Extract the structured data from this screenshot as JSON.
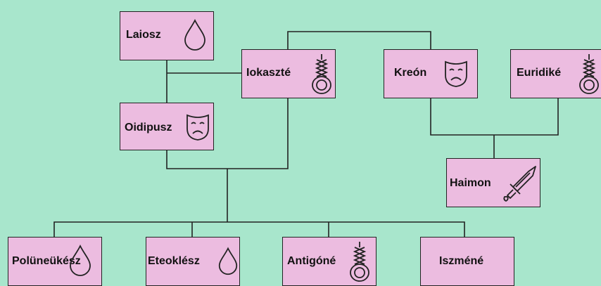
{
  "colors": {
    "background": "#a8e6cc",
    "node_fill": "#ecbce0",
    "line": "#222222"
  },
  "people": {
    "laiosz": {
      "name": "Laiosz",
      "icon": "drop-icon"
    },
    "iokaszte": {
      "name": "Iokaszté",
      "icon": "noose-icon"
    },
    "kreon": {
      "name": "Kreón",
      "icon": "tragedy-mask-icon"
    },
    "euridike": {
      "name": "Euridiké",
      "icon": "noose-icon"
    },
    "oidipusz": {
      "name": "Oidipusz",
      "icon": "tragedy-mask-icon"
    },
    "haimon": {
      "name": "Haimon",
      "icon": "sword-icon"
    },
    "poluneukesz": {
      "name": "Polüneükész",
      "icon": "drop-icon"
    },
    "eteoklesz": {
      "name": "Eteoklész",
      "icon": "drop-icon"
    },
    "antigone": {
      "name": "Antigóné",
      "icon": "noose-icon"
    },
    "iszmene": {
      "name": "Iszméné",
      "icon": ""
    }
  }
}
